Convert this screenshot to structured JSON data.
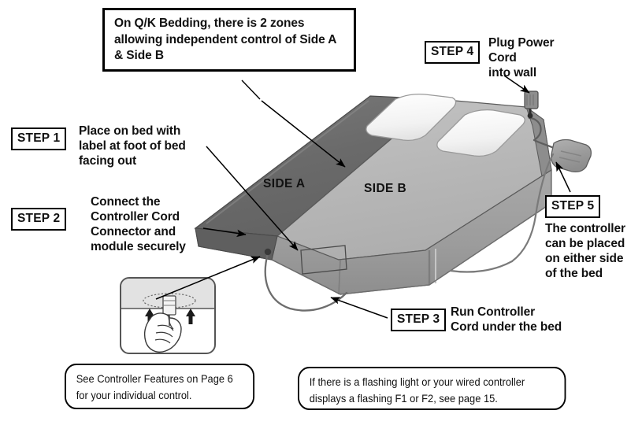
{
  "callout": {
    "text": "On Q/K Bedding, there is 2 zones allowing  independent control of Side A & Side B"
  },
  "steps": [
    {
      "badge": "STEP 1",
      "text": "Place on bed with\nlabel at foot of bed\nfacing out"
    },
    {
      "badge": "STEP 2",
      "text": "Connect the\nController Cord\nConnector and\nmodule securely"
    },
    {
      "badge": "STEP 3",
      "text": "Run Controller\nCord under the bed"
    },
    {
      "badge": "STEP 4",
      "text": "Plug Power\nCord\ninto wall"
    },
    {
      "badge": "STEP 5",
      "text": "The controller\ncan be placed\non either side\nof the bed"
    }
  ],
  "bed": {
    "side_a_label": "SIDE A",
    "side_b_label": "SIDE B",
    "colors": {
      "side_a": "#6e6e6e",
      "side_b": "#b9b9b9",
      "front_face": "#9d9d9d",
      "end_face": "#5c5c5c",
      "pillow": "#f6f6f6",
      "outline": "#3a3a3a",
      "controller": "#9a9a9a",
      "outlet": "#8a8a8a"
    }
  },
  "notes": [
    {
      "text": "See Controller Features on Page 6\nfor your individual control."
    },
    {
      "text": "If there is a flashing light or your wired controller\ndisplays a flashing F1 or F2, see page 15."
    }
  ],
  "inset": {
    "alt": "hand pushing controller cord connector up into module"
  }
}
